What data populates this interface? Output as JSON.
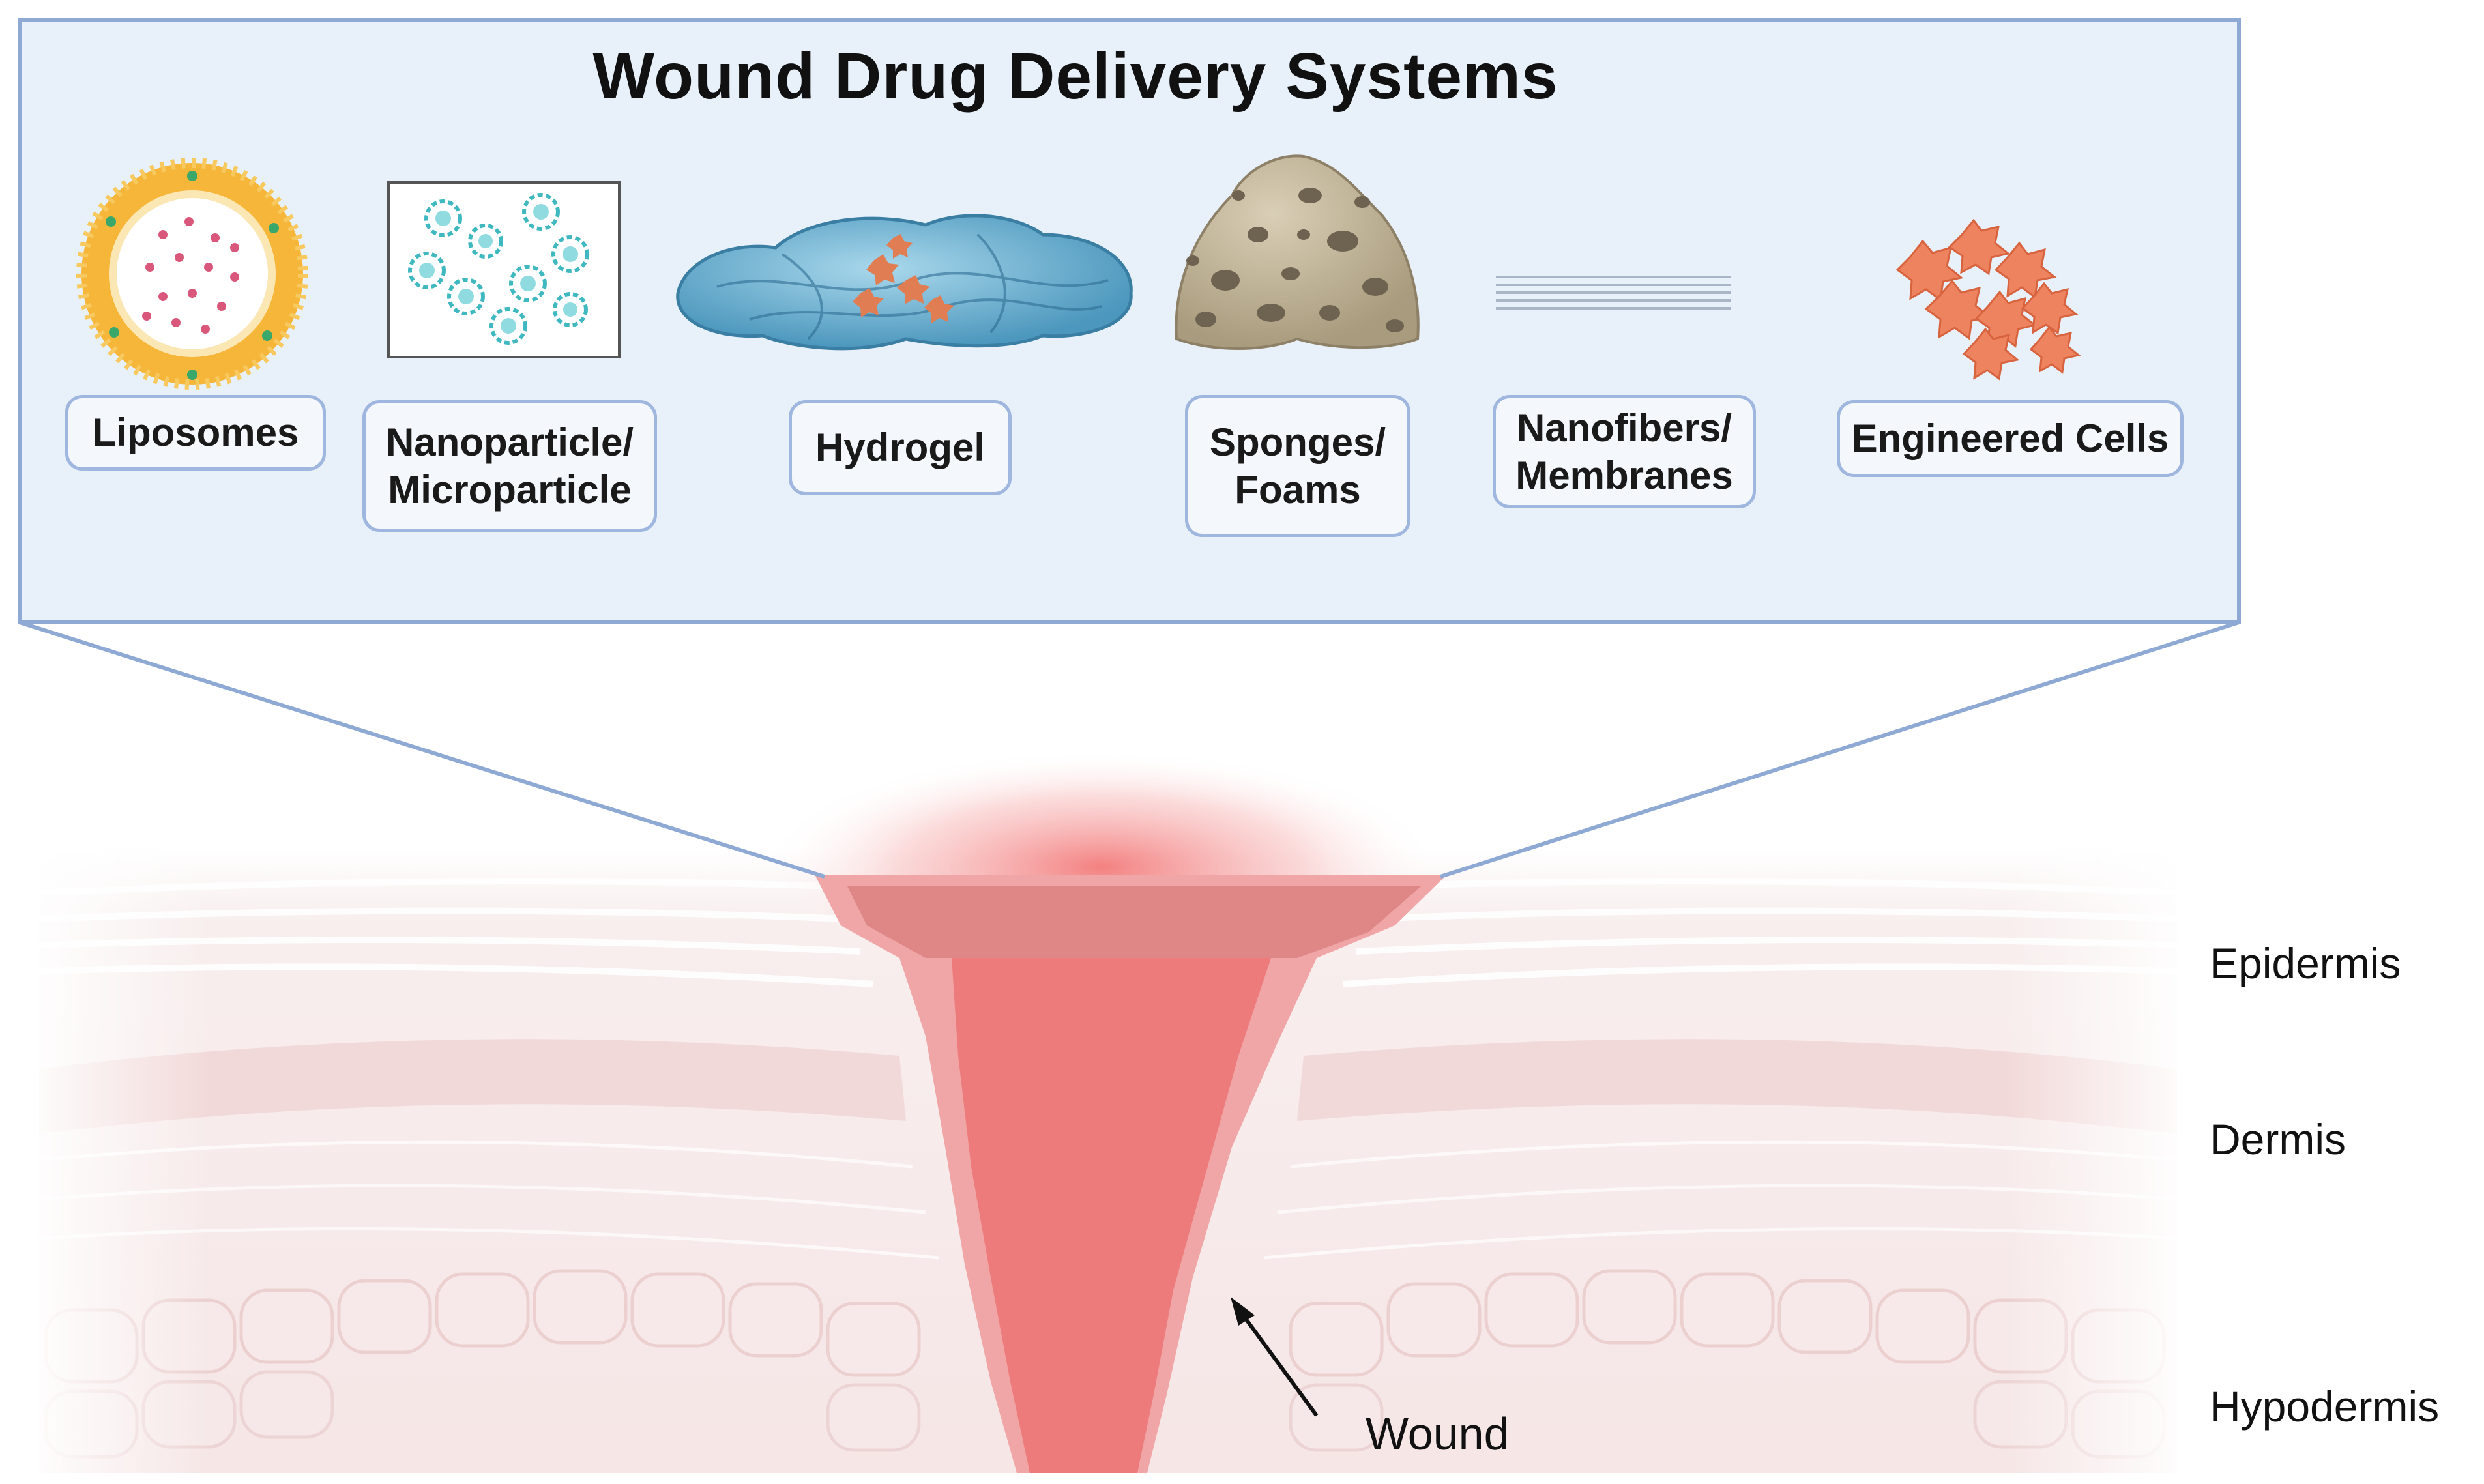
{
  "title": "Wound Drug Delivery Systems",
  "systems": [
    {
      "label": "Liposomes",
      "icon": "liposome-icon"
    },
    {
      "label": "Nanoparticle/\nMicroparticle",
      "icon": "nanoparticle-icon"
    },
    {
      "label": "Hydrogel",
      "icon": "hydrogel-icon"
    },
    {
      "label": "Sponges/\nFoams",
      "icon": "sponge-icon"
    },
    {
      "label": "Nanofibers/\nMembranes",
      "icon": "nanofiber-icon"
    },
    {
      "label": "Engineered Cells",
      "icon": "engineered-cells-icon"
    }
  ],
  "skin_layers": {
    "epidermis": "Epidermis",
    "dermis": "Dermis",
    "hypodermis": "Hypodermis"
  },
  "wound_label": "Wound",
  "colors": {
    "panel_fill": "#e8f1fa",
    "panel_border": "#8ea9d4",
    "label_border": "#9fb6de",
    "wound": "#ec7f7f",
    "skin": "#f3dcdc",
    "liposome": "#f3a92b",
    "nanoparticle": "#3fb8c0",
    "hydrogel": "#6fb4d4",
    "sponge": "#b9ad93",
    "cells": "#ec7b55"
  }
}
